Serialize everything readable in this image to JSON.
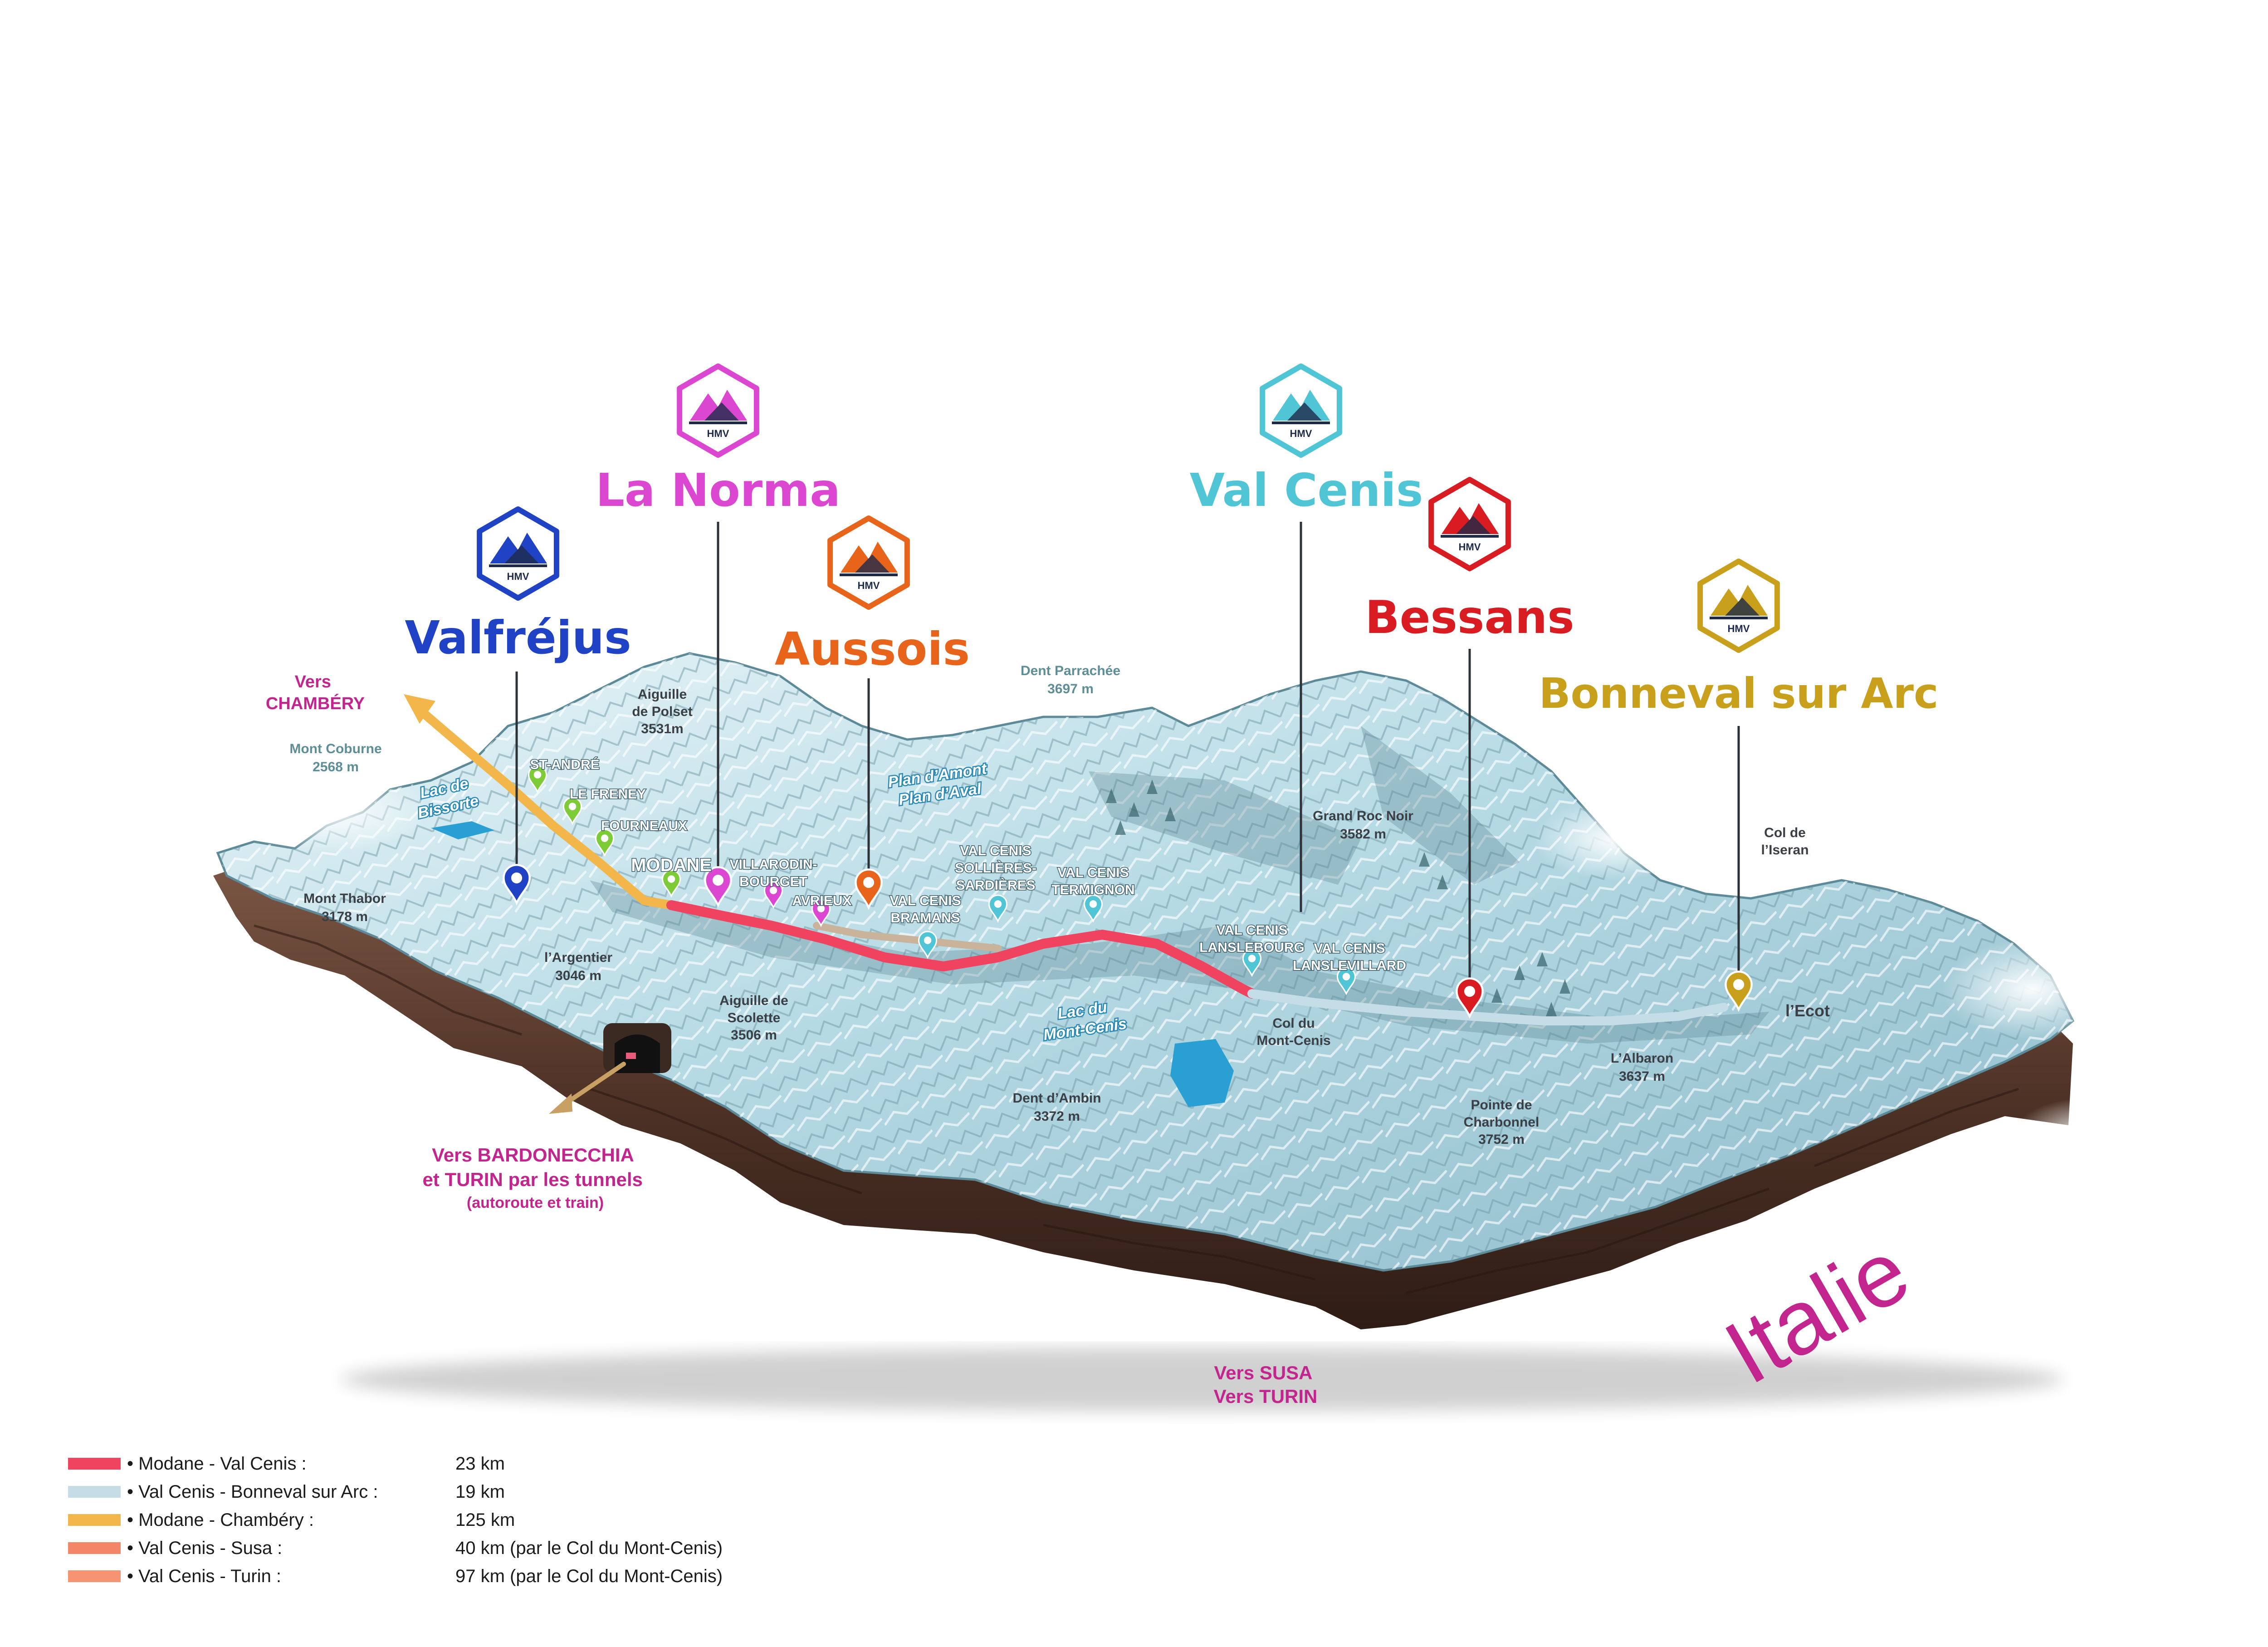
{
  "resorts": [
    {
      "id": "valfrejus",
      "name": "Valfréjus",
      "badge": "HMV",
      "color": "#1f43c4"
    },
    {
      "id": "lanorma",
      "name": "La Norma",
      "badge": "HMV",
      "color": "#dc47d2"
    },
    {
      "id": "aussois",
      "name": "Aussois",
      "badge": "HMV",
      "color": "#e8641a"
    },
    {
      "id": "valcenis",
      "name": "Val Cenis",
      "badge": "HMV",
      "color": "#4fc5d6"
    },
    {
      "id": "bessans",
      "name": "Bessans",
      "badge": "HMV",
      "color": "#d81c22"
    },
    {
      "id": "bonneval",
      "name": "Bonneval sur Arc",
      "badge": "HMV",
      "color": "#c8a01b"
    }
  ],
  "directions": {
    "chambery": [
      "Vers",
      "CHAMBÉRY"
    ],
    "bardonecchia": [
      "Vers BARDONECCHIA",
      "et TURIN par les tunnels",
      "(autoroute et train)"
    ],
    "susa": [
      "Vers SUSA",
      "Vers TURIN"
    ],
    "country": "Italie",
    "color": "#c2268e"
  },
  "peaks": {
    "mont_coburne": [
      "Mont Coburne",
      "2568 m"
    ],
    "aiguille_polset": [
      "Aiguille",
      "de Polset",
      "3531m"
    ],
    "dent_parrachee": [
      "Dent Parrachée",
      "3697 m"
    ],
    "mont_thabor": [
      "Mont Thabor",
      "3178 m"
    ],
    "argentier": [
      "l’Argentier",
      "3046 m"
    ],
    "aiguille_scolette": [
      "Aiguille de",
      "Scolette",
      "3506 m"
    ],
    "dent_ambin": [
      "Dent d’Ambin",
      "3372 m"
    ],
    "grand_roc_noir": [
      "Grand Roc Noir",
      "3582 m"
    ],
    "col_mont_cenis": [
      "Col du",
      "Mont-Cenis"
    ],
    "pointe_charbonnel": [
      "Pointe de",
      "Charbonnel",
      "3752 m"
    ],
    "albaron": [
      "L’Albaron",
      "3637 m"
    ],
    "col_iseran": [
      "Col de",
      "l’Iseran"
    ],
    "lecot": "l’Ecot"
  },
  "lakes": {
    "bissorte": [
      "Lac de",
      "Bissorte"
    ],
    "plan": [
      "Plan d’Amont",
      "Plan d’Aval"
    ],
    "mont_cenis": [
      "Lac du",
      "Mont-Cenis"
    ]
  },
  "villages": {
    "st_andre": "ST-ANDRÉ",
    "le_freney": "LE FRENEY",
    "fourneaux": "FOURNEAUX",
    "modane": "MODANE",
    "villarodin": [
      "VILLARODIN-",
      "BOURGET"
    ],
    "avrieux": "AVRIEUX",
    "bramans": [
      "VAL CENIS",
      "BRAMANS"
    ],
    "sollieres": [
      "VAL CENIS",
      "SOLLIÈRES-",
      "SARDIÈRES"
    ],
    "termignon": [
      "VAL CENIS",
      "TERMIGNON"
    ],
    "lanslebourg": [
      "VAL CENIS",
      "LANSLEBOURG"
    ],
    "lanslevillard": [
      "VAL CENIS",
      "LANSLEVILLARD"
    ]
  },
  "route_colors": {
    "modane_valcenis": "#f0435f",
    "valcenis_bonneval": "#c5dde6",
    "modane_chambery": "#f2b64a",
    "valcenis_susa": "#f38667",
    "valcenis_turin": "#f59372",
    "village_pin": "#7ecb38",
    "terrain": "#bfe0ea",
    "terrain_dark": "#7fa6b2",
    "rock": "#5a3a2c"
  },
  "legend": [
    {
      "label": "• Modane - Val Cenis :",
      "distance": "23 km",
      "color": "#f0435f"
    },
    {
      "label": "• Val Cenis - Bonneval sur Arc :",
      "distance": "19 km",
      "color": "#c5dde6"
    },
    {
      "label": "• Modane - Chambéry :",
      "distance": "125 km",
      "color": "#f2b64a"
    },
    {
      "label": "• Val Cenis - Susa :",
      "distance": "40 km (par le Col du Mont-Cenis)",
      "color": "#f38667"
    },
    {
      "label": "• Val Cenis - Turin :",
      "distance": "97 km (par le Col du Mont-Cenis)",
      "color": "#f59372"
    }
  ]
}
